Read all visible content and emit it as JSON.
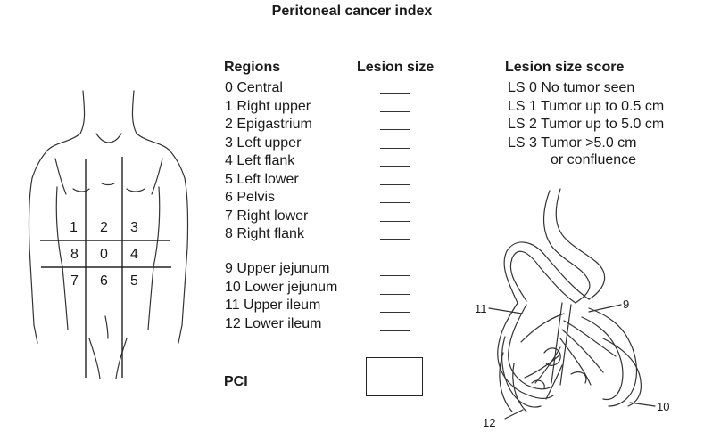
{
  "title": "Peritoneal cancer index",
  "headers": {
    "regions": "Regions",
    "lesion_size": "Lesion size",
    "score": "Lesion size score"
  },
  "regions": [
    "0 Central",
    "1 Right upper",
    "2 Epigastrium",
    "3 Left upper",
    "4 Left flank",
    "5 Left lower",
    "6 Pelvis",
    "7 Right lower",
    "8 Right flank",
    "9 Upper jejunum",
    "10 Lower jejunum",
    "11 Upper ileum",
    "12 Lower ileum"
  ],
  "scores": [
    "LS 0 No tumor seen",
    "LS 1 Tumor up to 0.5 cm",
    "LS 2 Tumor up to 5.0 cm",
    "LS 3 Tumor >5.0 cm",
    "or confluence"
  ],
  "pci_label": "PCI",
  "abdomen_grid": [
    [
      "1",
      "2",
      "3"
    ],
    [
      "8",
      "0",
      "4"
    ],
    [
      "7",
      "6",
      "5"
    ]
  ],
  "intestine_labels": {
    "l9": "9",
    "l10": "10",
    "l11": "11",
    "l12": "12"
  }
}
